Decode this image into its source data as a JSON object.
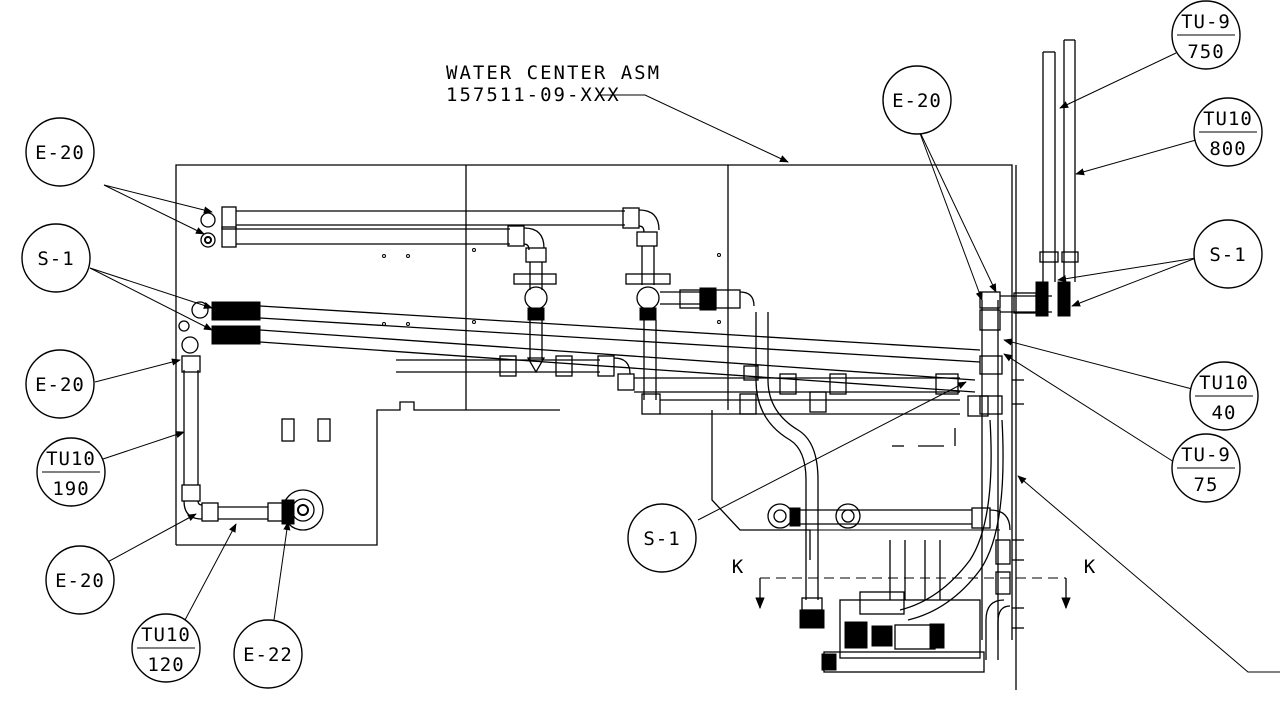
{
  "title": {
    "line1": "WATER CENTER ASM",
    "line2": "157511-09-XXX"
  },
  "callouts": {
    "e20_top_left": "E-20",
    "s1_left": "S-1",
    "e20_mid_left": "E-20",
    "tu10_190": {
      "top": "TU10",
      "bottom": "190"
    },
    "e20_bottom_left": "E-20",
    "tu10_120": {
      "top": "TU10",
      "bottom": "120"
    },
    "e22": "E-22",
    "s1_center": "S-1",
    "e20_right": "E-20",
    "tu9_750": {
      "top": "TU-9",
      "bottom": "750"
    },
    "tu10_800": {
      "top": "TU10",
      "bottom": "800"
    },
    "s1_right": "S-1",
    "tu10_40": {
      "top": "TU10",
      "bottom": "40"
    },
    "tu9_75": {
      "top": "TU-9",
      "bottom": "75"
    }
  },
  "section": {
    "left_marker": "K",
    "right_marker": "K"
  },
  "colors": {
    "ink": "#000000",
    "paper": "#ffffff"
  }
}
